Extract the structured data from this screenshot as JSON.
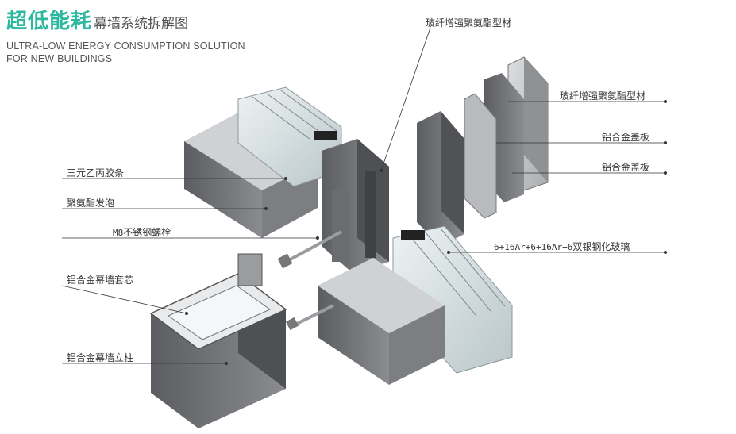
{
  "header": {
    "title_highlight": "超低能耗",
    "title_rest": "幕墙系统拆解图",
    "subtitle_line1": "ULTRA-LOW ENERGY CONSUMPTION  SOLUTION",
    "subtitle_line2": "FOR NEW BUILDINGS"
  },
  "labels": {
    "gfrp_profile_top": "玻纤增强聚氨酯型材",
    "gfrp_profile_right": "玻纤增强聚氨酯型材",
    "cover_plate_1": "铝合金盖板",
    "cover_plate_2": "铝合金盖板",
    "epdm_strip": "三元乙丙胶条",
    "pu_foam": "聚氨酯发泡",
    "bolt_code": "M8",
    "bolt_name": "不锈钢螺栓",
    "glass_spec": "6+16Ar+6+16Ar+6",
    "glass_name": "双银钢化玻璃",
    "mullion_sleeve": "铝合金幕墙套芯",
    "mullion": "铝合金幕墙立柱"
  },
  "colors": {
    "accent": "#2fb8a0",
    "leader": "#333333",
    "aluminum_dark": "#6e7074",
    "aluminum_mid": "#9a9ca0",
    "aluminum_light": "#c8cacd",
    "glass": "#dfe8ea"
  }
}
